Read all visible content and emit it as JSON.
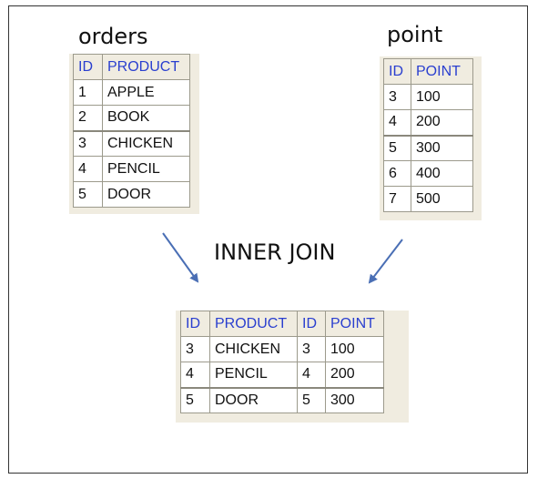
{
  "orders": {
    "title": "orders",
    "columns": [
      "ID",
      "PRODUCT"
    ],
    "rows": [
      [
        "1",
        "APPLE"
      ],
      [
        "2",
        "BOOK"
      ],
      [
        "3",
        "CHICKEN"
      ],
      [
        "4",
        "PENCIL"
      ],
      [
        "5",
        "DOOR"
      ]
    ]
  },
  "point": {
    "title": "point",
    "columns": [
      "ID",
      "POINT"
    ],
    "rows": [
      [
        "3",
        "100"
      ],
      [
        "4",
        "200"
      ],
      [
        "5",
        "300"
      ],
      [
        "6",
        "400"
      ],
      [
        "7",
        "500"
      ]
    ]
  },
  "join_label": "INNER JOIN",
  "result": {
    "columns": [
      "ID",
      "PRODUCT",
      "ID",
      "POINT"
    ],
    "rows": [
      [
        "3",
        "CHICKEN",
        "3",
        "100"
      ],
      [
        "4",
        "PENCIL",
        "4",
        "200"
      ],
      [
        "5",
        "DOOR",
        "5",
        "300"
      ]
    ]
  },
  "colors": {
    "header_text": "#2a3fcf",
    "header_bg": "#f0ece0",
    "arrow": "#4a6fb5",
    "grid": "#9c9a8c"
  }
}
